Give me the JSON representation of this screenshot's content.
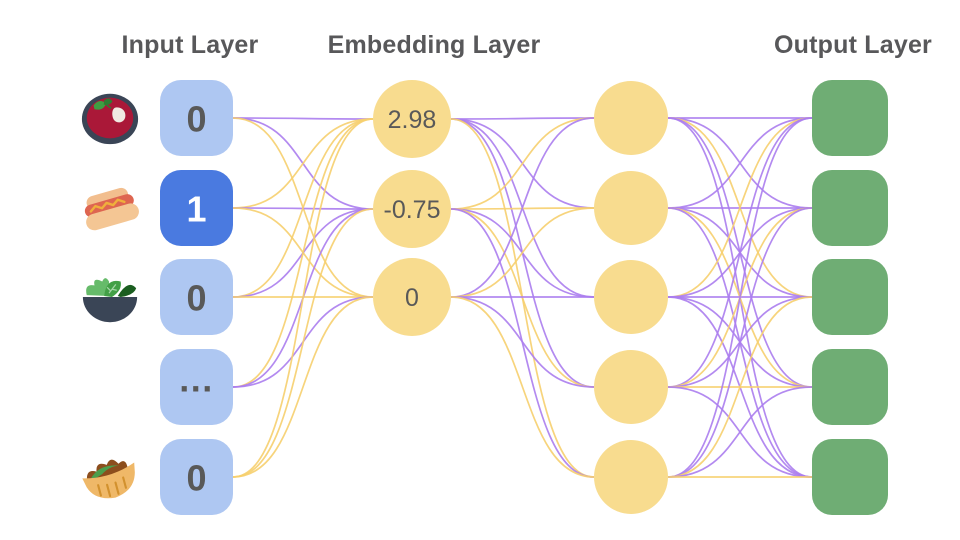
{
  "titles": {
    "input": "Input Layer",
    "embedding": "Embedding Layer",
    "output": "Output Layer"
  },
  "colors": {
    "input_box": "#AEC7F2",
    "input_box_active": "#4A7AE0",
    "node_yellow": "#F8DC8F",
    "output_green": "#6FAD74",
    "edge_purple": "#AB7DEE",
    "edge_yellow": "#F6CF6E",
    "label_dark": "#595959",
    "label_light": "#FFFFFF",
    "title_gray": "#58585A"
  },
  "input_layer": {
    "items": [
      {
        "icon": "borscht-bowl",
        "value": "0",
        "active": false
      },
      {
        "icon": "hot-dog",
        "value": "1",
        "active": true
      },
      {
        "icon": "salad-bowl",
        "value": "0",
        "active": false
      },
      {
        "icon": null,
        "value": "...",
        "active": false
      },
      {
        "icon": "pita-sandwich",
        "value": "0",
        "active": false
      }
    ]
  },
  "embedding_layer": {
    "values": [
      "2.98",
      "-0.75",
      "0"
    ]
  },
  "hidden_layer": {
    "count": 5
  },
  "output_layer": {
    "count": 5
  },
  "edges": {
    "input_to_embedding": [
      [
        "P",
        "P",
        "Y"
      ],
      [
        "Y",
        "P",
        "Y"
      ],
      [
        "Y",
        "P",
        "Y"
      ],
      [
        "Y",
        "P",
        "P"
      ],
      [
        "Y",
        "Y",
        "Y"
      ]
    ],
    "embedding_to_hidden": [
      [
        "P",
        "P",
        "P",
        "P",
        "Y"
      ],
      [
        "Y",
        "Y",
        "P",
        "Y",
        "P"
      ],
      [
        "P",
        "Y",
        "P",
        "P",
        "Y"
      ]
    ],
    "hidden_to_output": [
      [
        "P",
        "P",
        "Y",
        "P",
        "P"
      ],
      [
        "P",
        "P",
        "P",
        "Y",
        "P"
      ],
      [
        "Y",
        "P",
        "P",
        "P",
        "P"
      ],
      [
        "P",
        "Y",
        "P",
        "Y",
        "P"
      ],
      [
        "P",
        "P",
        "Y",
        "P",
        "Y"
      ]
    ]
  }
}
